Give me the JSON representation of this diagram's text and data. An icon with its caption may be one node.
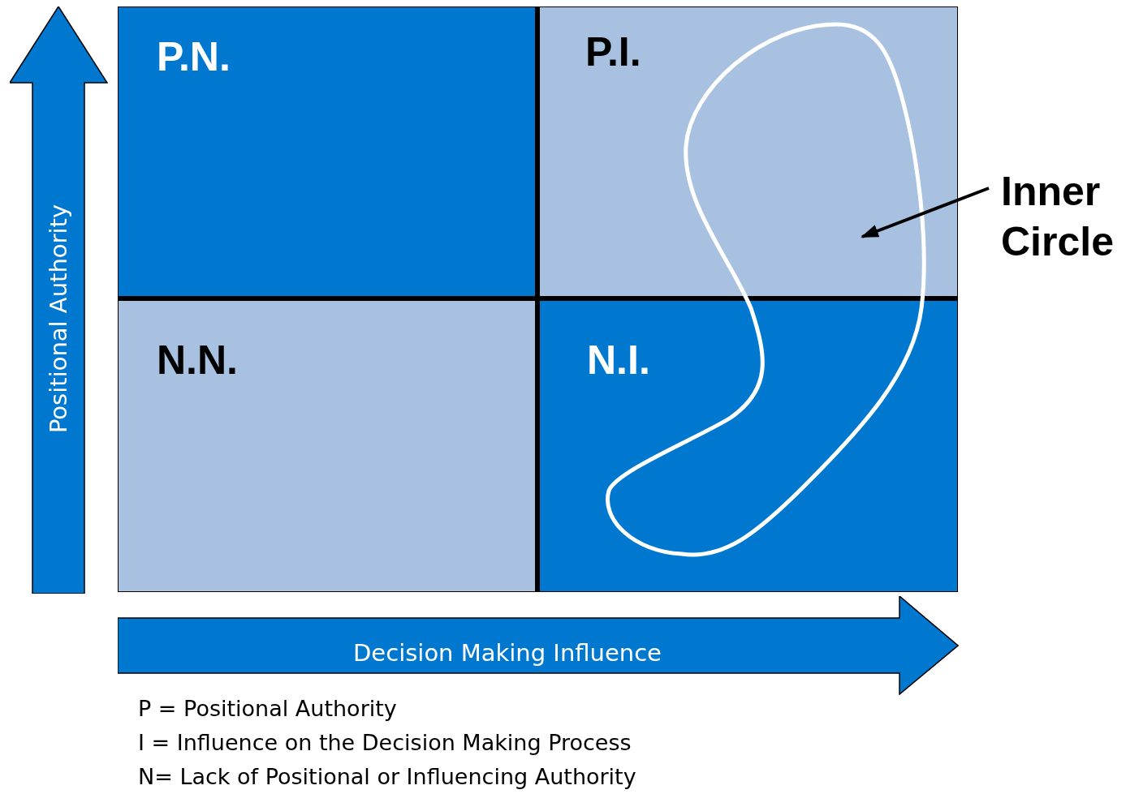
{
  "diagram": {
    "nodes": [
      {
        "text": [
          "P.N."
        ]
      },
      {
        "text": [
          "P.I."
        ]
      },
      {
        "text": [
          "N.N."
        ]
      },
      {
        "text": [
          "N.I."
        ]
      },
      {
        "text": [],
        "shape": "loop"
      },
      {
        "text": [
          "Inner Circle"
        ]
      },
      {
        "text": [
          "Positional Authority"
        ]
      },
      {
        "text": [
          "Decision Making Influence"
        ]
      }
    ],
    "edges": [
      {
        "from": 5,
        "to": 4,
        "arrow": "to"
      }
    ],
    "labels": [
      "P = Positional Authority",
      "I = Influence on the Decision Making Process",
      "N= Lack of Positional or Influencing Authority"
    ]
  }
}
